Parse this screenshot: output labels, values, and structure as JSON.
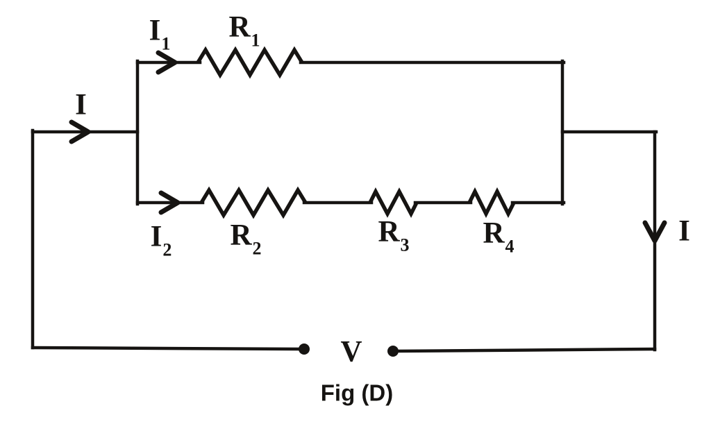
{
  "figure": {
    "caption": "Fig (D)",
    "voltage_label": "V"
  },
  "labels": {
    "current_in": {
      "base": "I",
      "sub": ""
    },
    "branch1_current": {
      "base": "I",
      "sub": "1"
    },
    "branch1_resistor": {
      "base": "R",
      "sub": "1"
    },
    "branch2_current": {
      "base": "I",
      "sub": "2"
    },
    "branch2_resistor_r2": {
      "base": "R",
      "sub": "2"
    },
    "branch2_resistor_r3": {
      "base": "R",
      "sub": "3"
    },
    "branch2_resistor_r4": {
      "base": "R",
      "sub": "4"
    },
    "current_out": {
      "base": "I",
      "sub": ""
    }
  },
  "colors": {
    "ink": "#161412",
    "background": "#ffffff"
  }
}
